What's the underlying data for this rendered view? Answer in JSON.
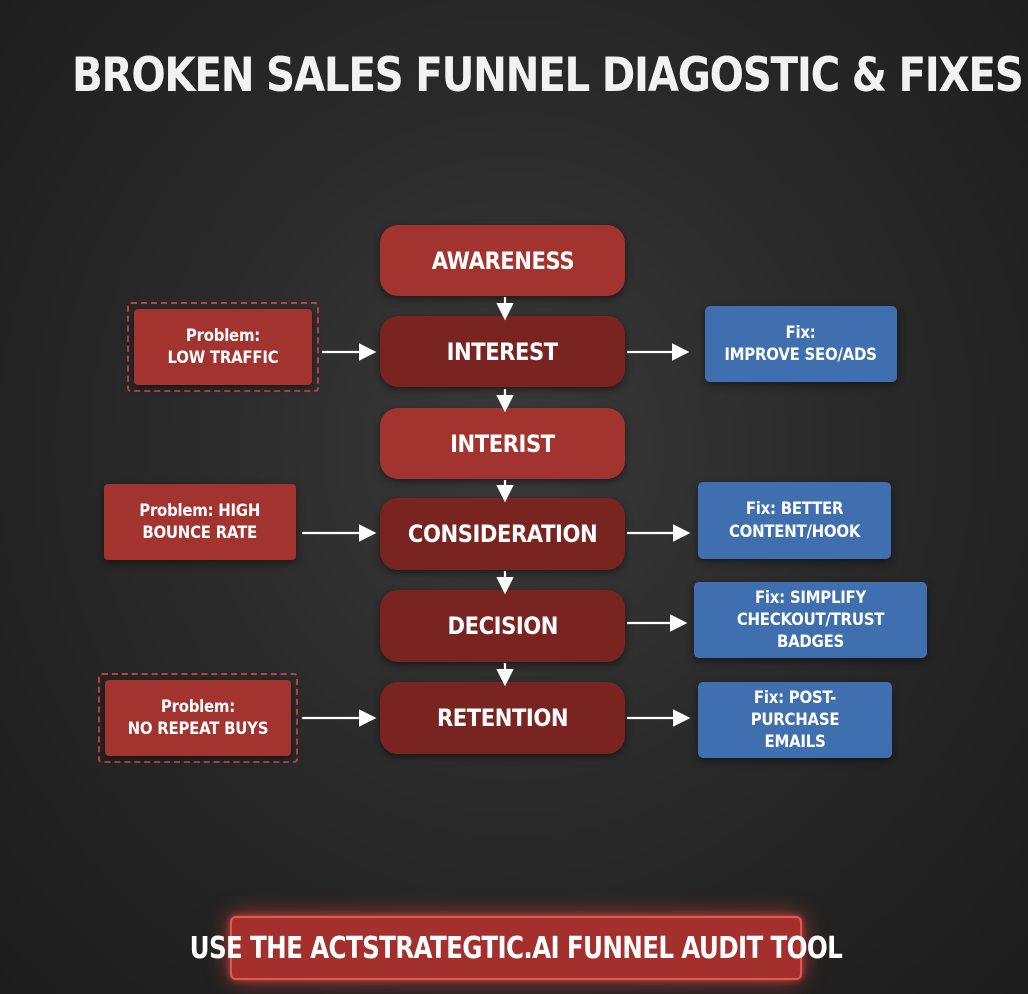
{
  "title": "BROKEN SALES FUNNEL DIAGOSTIC & FIXES",
  "stages": [
    {
      "label": "AWARENESS"
    },
    {
      "label": "INTEREST"
    },
    {
      "label": "INTERIST"
    },
    {
      "label": "CONSIDERATION"
    },
    {
      "label": "DECISION"
    },
    {
      "label": "RETENTION"
    }
  ],
  "problems": [
    {
      "label": "Problem:\nLOW TRAFFIC"
    },
    {
      "label": "Problem: HIGH\nBOUNCE RATE"
    },
    {
      "label": "Problem:\nNO REPEAT BUYS"
    }
  ],
  "fixes": [
    {
      "label": "Fix:\nIMPROVE SEO/ADS"
    },
    {
      "label": "Fix: BETTER\nCONTENT/HOOK"
    },
    {
      "label": "Fix: SIMPLIFY\nCHECKOUT/TRUST BADGES"
    },
    {
      "label": "Fix: POST-PURCHASE\nEMAILS"
    }
  ],
  "cta": {
    "label": "USE THE ACTSTRATEGTIC.AI FUNNEL AUDIT TOOL"
  },
  "colors": {
    "background": "#2a2a2a",
    "stage_red": "#a3332f",
    "stage_dark_red": "#7a2422",
    "problem_red": "#a3332f",
    "fix_blue": "#3f6fae",
    "cta_glow": "#e4564f",
    "arrow": "#ffffff"
  }
}
